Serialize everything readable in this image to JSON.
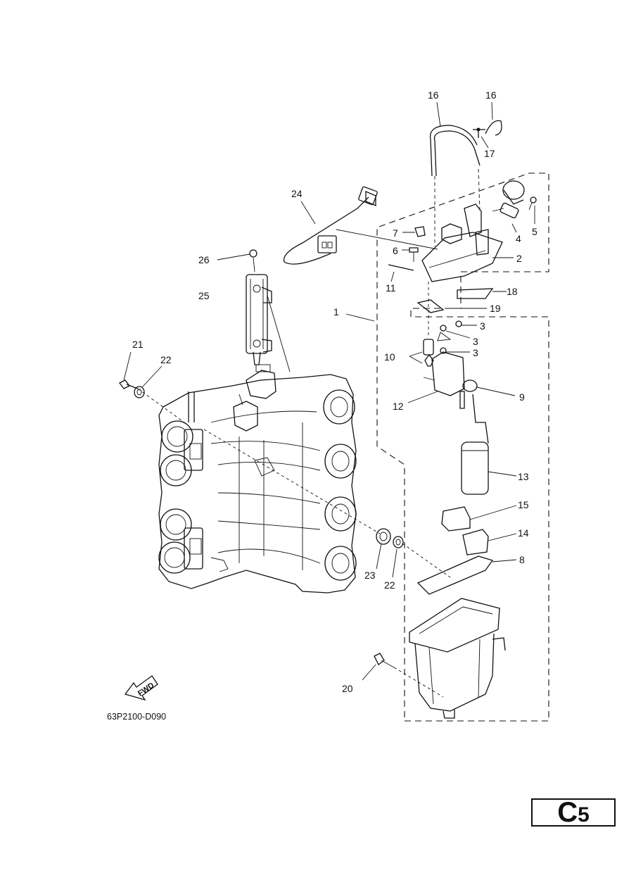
{
  "diagram": {
    "reference_code": "63P2100-D090",
    "fwd_label": "FWD",
    "callouts": [
      "1",
      "2",
      "3",
      "3",
      "3",
      "4",
      "5",
      "6",
      "7",
      "8",
      "9",
      "10",
      "11",
      "12",
      "13",
      "14",
      "15",
      "16",
      "16",
      "17",
      "18",
      "19",
      "20",
      "21",
      "22",
      "22",
      "23",
      "24",
      "25",
      "26"
    ]
  },
  "page_badge": {
    "letter": "C",
    "number": "5"
  }
}
